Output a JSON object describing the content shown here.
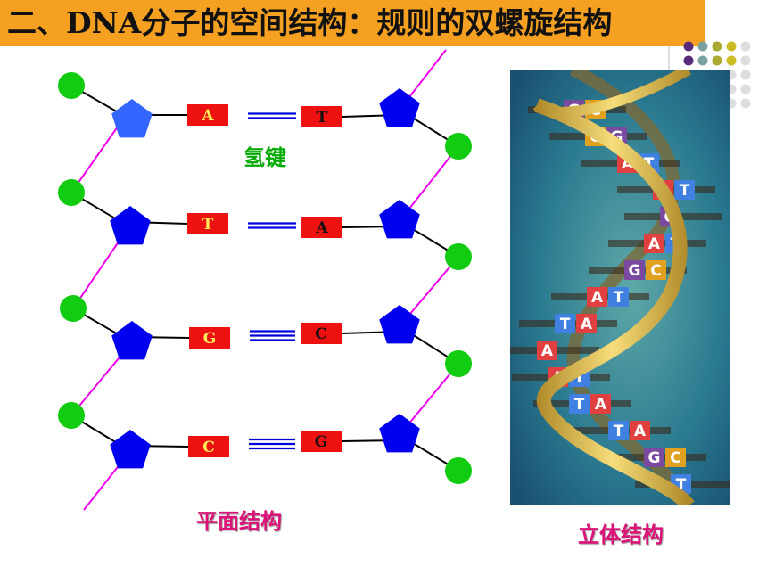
{
  "title": "二、DNA分子的空间结构：规则的双螺旋结构",
  "hydrogen_bond_label": "氢键",
  "left_caption": "平面结构",
  "right_caption": "立体结构",
  "colors": {
    "title_bg": "#f5a020",
    "phosphate": "#11cc11",
    "sugar": "#0000ee",
    "sugar_highlight": "#3366ff",
    "backbone": "#ee00ee",
    "base_box": "#ee1111",
    "base_text_left": "#ffee55",
    "base_text_right": "#111111",
    "bond": "#0000dd",
    "caption": "#dd1177",
    "bond_label": "#00aa00",
    "helix_bg": "#2a7a90"
  },
  "pairs": [
    {
      "left": "A",
      "right": "T",
      "bonds": 2
    },
    {
      "left": "T",
      "right": "A",
      "bonds": 2
    },
    {
      "left": "G",
      "right": "C",
      "bonds": 3
    },
    {
      "left": "C",
      "right": "G",
      "bonds": 3
    }
  ],
  "helix_rungs": [
    {
      "labels": [
        "G",
        "C"
      ]
    },
    {
      "labels": [
        "C",
        "G"
      ]
    },
    {
      "labels": [
        "A",
        "T"
      ]
    },
    {
      "labels": [
        "A",
        "T"
      ]
    },
    {
      "labels": [
        "G"
      ]
    },
    {
      "labels": [
        "A",
        "T"
      ]
    },
    {
      "labels": [
        "G",
        "C"
      ]
    },
    {
      "labels": [
        "A",
        "T"
      ]
    },
    {
      "labels": [
        "T",
        "A"
      ]
    },
    {
      "labels": [
        "A"
      ]
    },
    {
      "labels": [
        "A",
        "T"
      ]
    },
    {
      "labels": [
        "T",
        "A"
      ]
    },
    {
      "labels": [
        "T",
        "A"
      ]
    },
    {
      "labels": [
        "G",
        "C"
      ]
    },
    {
      "labels": [
        "T"
      ]
    }
  ]
}
